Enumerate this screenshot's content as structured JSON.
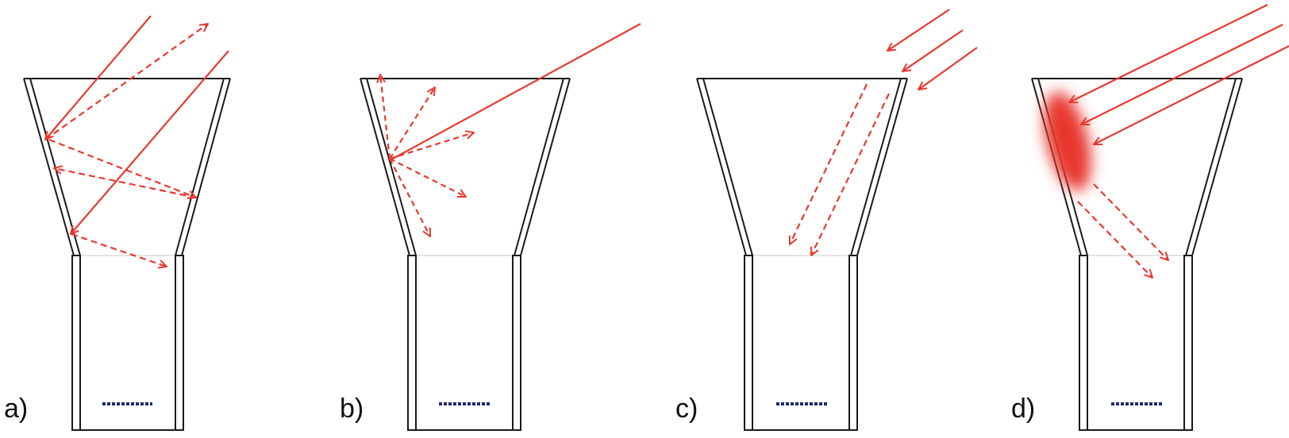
{
  "colors": {
    "ray": "#e8392f",
    "outline": "#1a1a1a",
    "detector": "#1f2a6b",
    "opening": "#c8c8c8"
  },
  "panels": [
    {
      "label": "a)"
    },
    {
      "label": "b)"
    },
    {
      "label": "c)"
    },
    {
      "label": "d)"
    }
  ]
}
